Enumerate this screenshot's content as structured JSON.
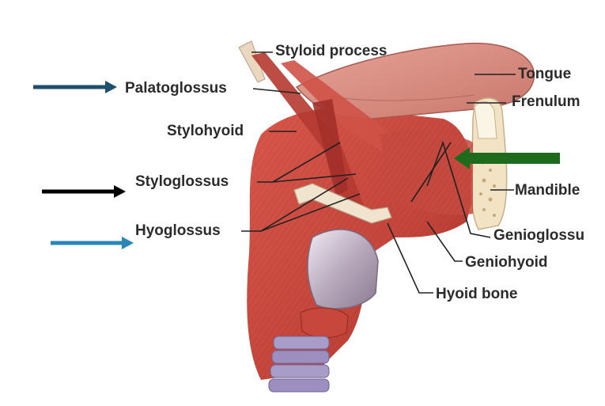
{
  "labels": {
    "styloid_process": "Styloid process",
    "tongue": "Tongue",
    "palatoglossus": "Palatoglossus",
    "frenulum": "Frenulum",
    "stylohyoid": "Stylohyoid",
    "styloglossus": "Styloglossus",
    "mandible": "Mandible",
    "hyoglossus": "Hyoglossus",
    "genioglossus": "Genioglossu",
    "geniohyoid": "Geniohyoid",
    "hyoid_bone": "Hyoid bone"
  },
  "arrows": [
    {
      "name": "palatoglossus-arrow",
      "color": "#1f4e6e"
    },
    {
      "name": "styloglossus-arrow",
      "color": "#000000"
    },
    {
      "name": "hyoglossus-arrow",
      "color": "#2a86b8"
    },
    {
      "name": "genioglossus-arrow",
      "color": "#1e6b1e"
    }
  ],
  "colors": {
    "muscle": "#c94a40",
    "muscle_dark": "#a8332c",
    "muscle_light": "#e07a6c",
    "tongue": "#d98a7e",
    "bone": "#f2e3c4",
    "cartilage": "#b9aec9",
    "trachea": "#a89cc8"
  }
}
